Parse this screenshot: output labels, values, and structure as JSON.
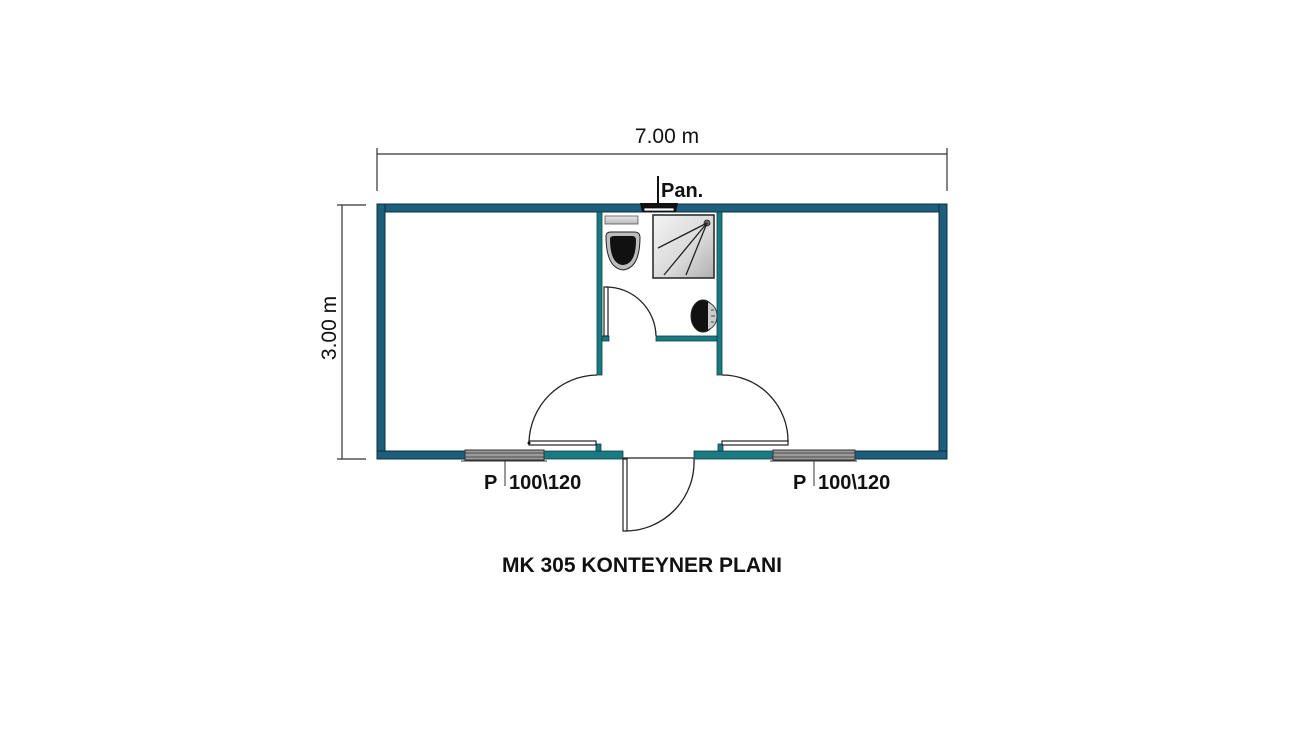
{
  "drawing": {
    "title": "MK 305 KONTEYNER PLANI",
    "width_dimension": "7.00 m",
    "height_dimension": "3.00 m",
    "panel_label": "Pan.",
    "windows": [
      {
        "prefix": "P",
        "size": "100\\120"
      },
      {
        "prefix": "P",
        "size": "100\\120"
      }
    ],
    "colors": {
      "outer_wall": "#1d5e7c",
      "inner_wall": "#1a7a82",
      "background": "#ffffff"
    }
  }
}
